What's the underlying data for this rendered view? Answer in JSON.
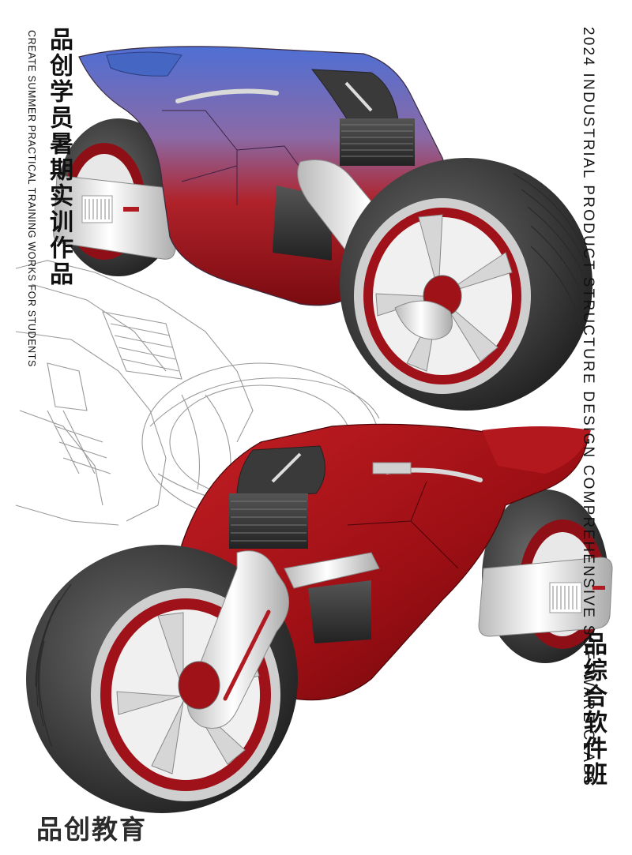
{
  "poster": {
    "title_cn_left": "品创学员暑期实训作品",
    "subtitle_en_left": "CREATE SUMMER PRACTICAL TRAINING WORKS FOR STUDENTS",
    "title_en_right": "2024 INDUSTRIAL PRODUCT STRUCTURE DESIGN COMPREHENSIVE SOFTWARE CLASS",
    "title_cn_right": "品综合软件班",
    "brand": "品创教育"
  },
  "colors": {
    "body_red": "#9c0f14",
    "body_blue": "#4f6fd4",
    "tire": "#3a3a3a",
    "chrome": "#e6e6e6",
    "text": "#111111"
  }
}
